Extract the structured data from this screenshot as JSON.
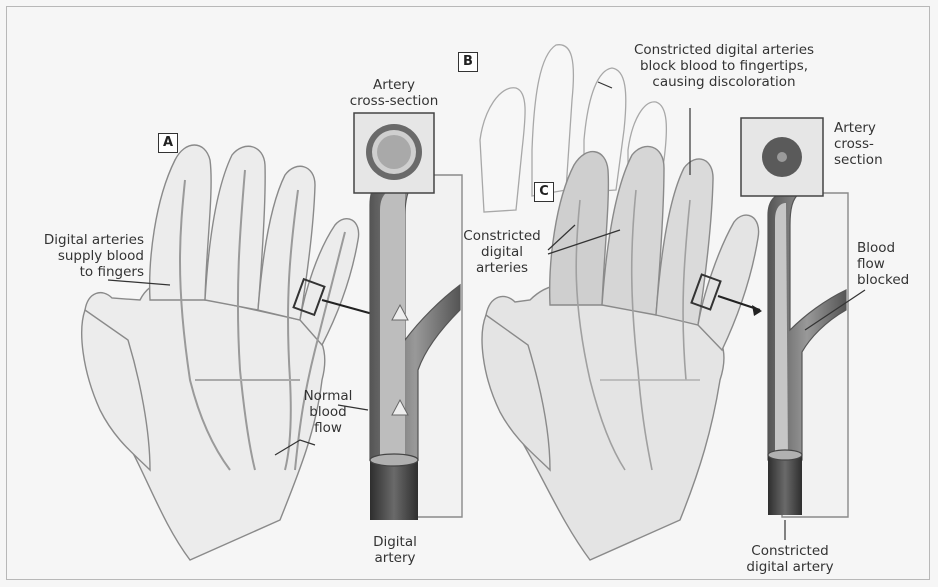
{
  "panels": {
    "a": {
      "tag": "A",
      "artery_cross_section": [
        "Artery",
        "cross-section"
      ],
      "digital_arteries": [
        "Digital arteries",
        "supply blood",
        "to fingers"
      ],
      "normal_blood_flow": [
        "Normal",
        "blood",
        "flow"
      ],
      "digital_artery": [
        "Digital",
        "artery"
      ]
    },
    "b": {
      "tag": "B",
      "constricted_block": [
        "Constricted digital arteries",
        "block blood to fingertips,",
        "causing discoloration"
      ]
    },
    "c": {
      "tag": "C",
      "constricted_digital_arteries": [
        "Constricted",
        "digital",
        "arteries"
      ],
      "artery_cross_section": [
        "Artery",
        "cross-",
        "section"
      ],
      "blood_flow_blocked": [
        "Blood",
        "flow",
        "blocked"
      ],
      "constricted_digital_artery": [
        "Constricted",
        "digital artery"
      ]
    }
  },
  "colors": {
    "outline": "#8a8a8a",
    "artery_wall": "#6e6e6e",
    "blood": "#bdbdbd",
    "dark": "#3c3c3c"
  }
}
